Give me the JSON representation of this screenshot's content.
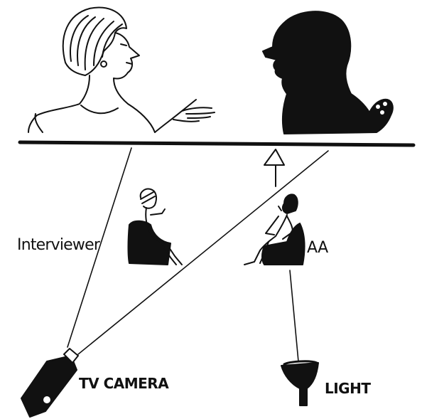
{
  "labels": {
    "interviewer": "Interviewer",
    "aa": "AA",
    "tv_camera": "TV CAMERA",
    "light": "LIGHT"
  },
  "colors": {
    "ink": "#111111",
    "paper": "#ffffff"
  },
  "icons": [
    "woman-head-icon",
    "silhouette-head-icon",
    "seated-interviewer-icon",
    "seated-aa-icon",
    "tv-camera-icon",
    "light-icon",
    "arrow-up-icon"
  ]
}
